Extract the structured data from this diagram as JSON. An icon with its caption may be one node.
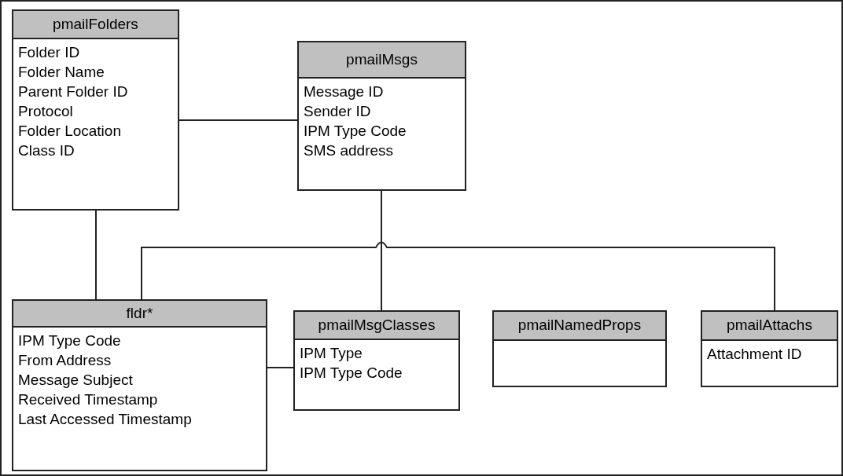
{
  "diagram": {
    "nodes": [
      {
        "text": [
          "pmailFolders",
          "Folder ID",
          "Folder Name",
          "Parent Folder ID",
          "Protocol",
          "Folder Location",
          "Class ID"
        ]
      },
      {
        "text": [
          "pmailMsgs",
          "Message ID",
          "Sender ID",
          "IPM Type Code",
          "SMS address"
        ]
      },
      {
        "text": [
          "fldr*",
          "IPM Type Code",
          "From Address",
          "Message Subject",
          "Received Timestamp",
          "Last Accessed Timestamp"
        ]
      },
      {
        "text": [
          "pmailMsgClasses",
          "IPM Type",
          "IPM Type Code"
        ]
      },
      {
        "text": [
          "pmailNamedProps"
        ]
      },
      {
        "text": [
          "pmailAttachs",
          "Attachment ID"
        ]
      }
    ],
    "edges": [
      {
        "from": 0,
        "to": 1,
        "arrow": "none"
      },
      {
        "from": 0,
        "to": 2,
        "arrow": "none"
      },
      {
        "from": 1,
        "to": 3,
        "arrow": "none"
      },
      {
        "from": 2,
        "to": 5,
        "arrow": "none"
      },
      {
        "from": 2,
        "to": 3,
        "arrow": "none"
      }
    ]
  }
}
